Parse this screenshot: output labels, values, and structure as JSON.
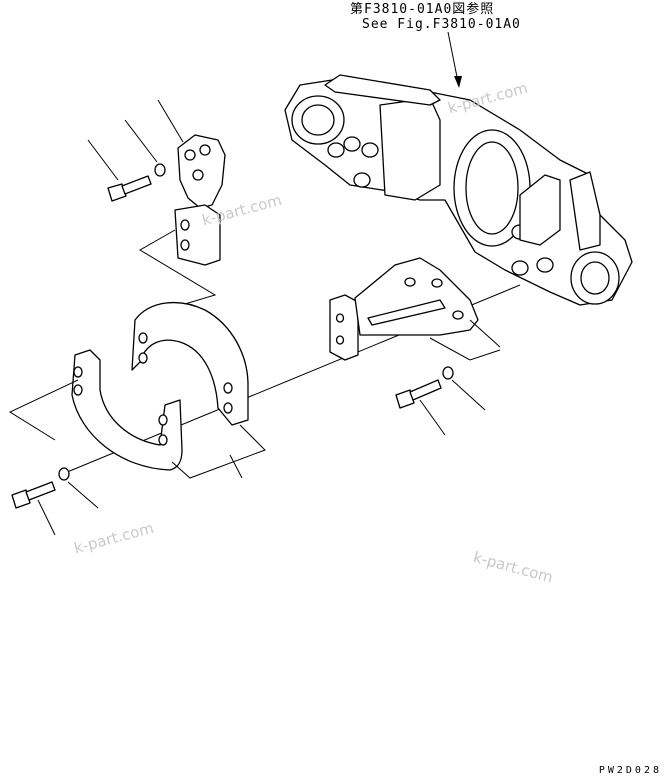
{
  "reference": {
    "line1": "第F3810-01A0図参照",
    "line2": "See Fig.F3810-01A0"
  },
  "watermarks": [
    "k-part.com",
    "k-part.com",
    "k-part.com",
    "k-part.com"
  ],
  "drawing_code": "PW2D028"
}
